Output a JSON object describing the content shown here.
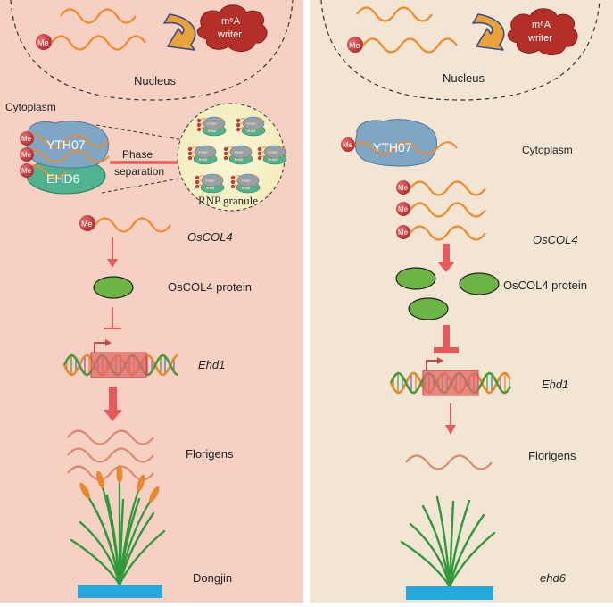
{
  "left_panel": {
    "nucleus_label": "Nucleus",
    "writer_label_line1": "m⁶A",
    "writer_label_line2": "writer",
    "me_label": "Me",
    "cytoplasm_label": "Cytoplasm",
    "yth_label": "YTH07",
    "ehd_label": "EHD6",
    "phase_line1": "Phase",
    "phase_line2": "separation",
    "granule_label": "RNP granule",
    "granule_mini_top": "YTH07",
    "granule_mini_bottom": "EHD6",
    "gene_label": "OsCOL4",
    "protein_label": "OsCOL4 protein",
    "target_gene_label": "Ehd1",
    "florigen_label": "Florigens",
    "plant_label": "Dongjin"
  },
  "right_panel": {
    "nucleus_label": "Nucleus",
    "writer_label_line1": "m⁶A",
    "writer_label_line2": "writer",
    "me_label": "Me",
    "cytoplasm_label": "Cytoplasm",
    "yth_label": "YTH07",
    "gene_label": "OsCOL4",
    "protein_label": "OsCOL4 protein",
    "target_gene_label": "Ehd1",
    "florigen_label": "Florigens",
    "plant_label": "ehd6"
  },
  "colors": {
    "left_bg": "#f7d0c4",
    "right_bg": "#f3e5d4",
    "mrna": "#f08a2a",
    "methyl": "#c83a3c",
    "writer": "#b52f29",
    "yth": "#7fa6c4",
    "ehd": "#4fb38f",
    "protein": "#6cb444",
    "arrow": "#e85a5a",
    "florigen": "#d98a70",
    "soil": "#25a9dc",
    "plant": "#2e9a3c",
    "panicle": "#e8892c"
  }
}
